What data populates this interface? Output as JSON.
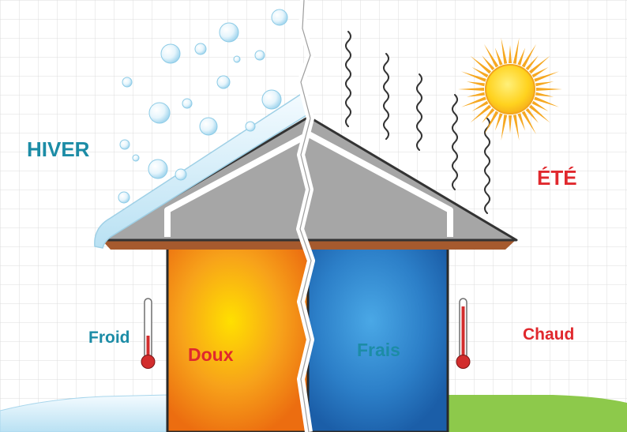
{
  "labels": {
    "winter": "HIVER",
    "summer": "ÉTÉ",
    "outside_cold": "Froid",
    "outside_hot": "Chaud",
    "inside_warm": "Doux",
    "inside_cool": "Frais"
  },
  "colors": {
    "winter_text": "#1c8ca6",
    "summer_text": "#e0282d",
    "warm_room": "#f08a10",
    "warm_room_center": "#ffd400",
    "cool_room": "#1e66b2",
    "cool_room_center": "#3f9de0",
    "roof": "#a7a7a7",
    "roof_edge": "#a05a2c",
    "snow": "#d6eef9",
    "grass": "#8bc84a",
    "sun": "#ffd42a",
    "sun_rays": "#f5a623",
    "thermometer": "#d22d2d",
    "grid": "#d9d9d9"
  },
  "icons": [
    "snowflake-bubbles",
    "sun-icon",
    "heat-waves",
    "thermometer-icon"
  ]
}
